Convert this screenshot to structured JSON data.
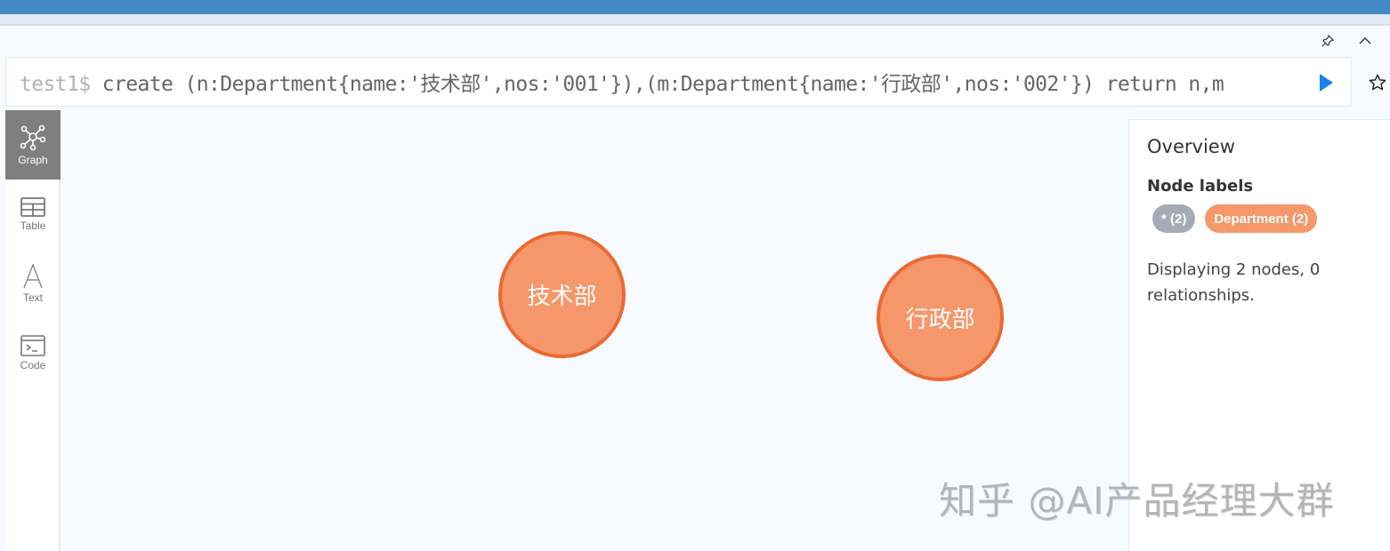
{
  "editor": {
    "prompt": "test1$",
    "query": " create (n:Department{name:'技术部',nos:'001'}),(m:Department{name:'行政部',nos:'002'}) return n,m"
  },
  "frame_controls": {
    "pin_icon": "pin-icon",
    "collapse_icon": "chevron-up-icon",
    "run_icon": "play-icon",
    "favorite_icon": "star-icon"
  },
  "sidebar": {
    "items": [
      {
        "label": "Graph",
        "icon": "graph-icon",
        "active": true
      },
      {
        "label": "Table",
        "icon": "table-icon",
        "active": false
      },
      {
        "label": "Text",
        "icon": "text-icon",
        "active": false
      },
      {
        "label": "Code",
        "icon": "code-icon",
        "active": false
      }
    ]
  },
  "graph": {
    "nodes": [
      {
        "label": "技术部",
        "type": "Department"
      },
      {
        "label": "行政部",
        "type": "Department"
      }
    ],
    "colors": {
      "node_fill": "#f5976b",
      "node_border": "#eb6a33"
    }
  },
  "overview": {
    "title": "Overview",
    "node_labels_heading": "Node labels",
    "chips": [
      {
        "label": "* (2)",
        "color": "#a5abb6"
      },
      {
        "label": "Department (2)",
        "color": "#f5976b"
      }
    ],
    "summary": "Displaying 2 nodes, 0 relationships."
  },
  "watermark": "知乎 @AI产品经理大群"
}
